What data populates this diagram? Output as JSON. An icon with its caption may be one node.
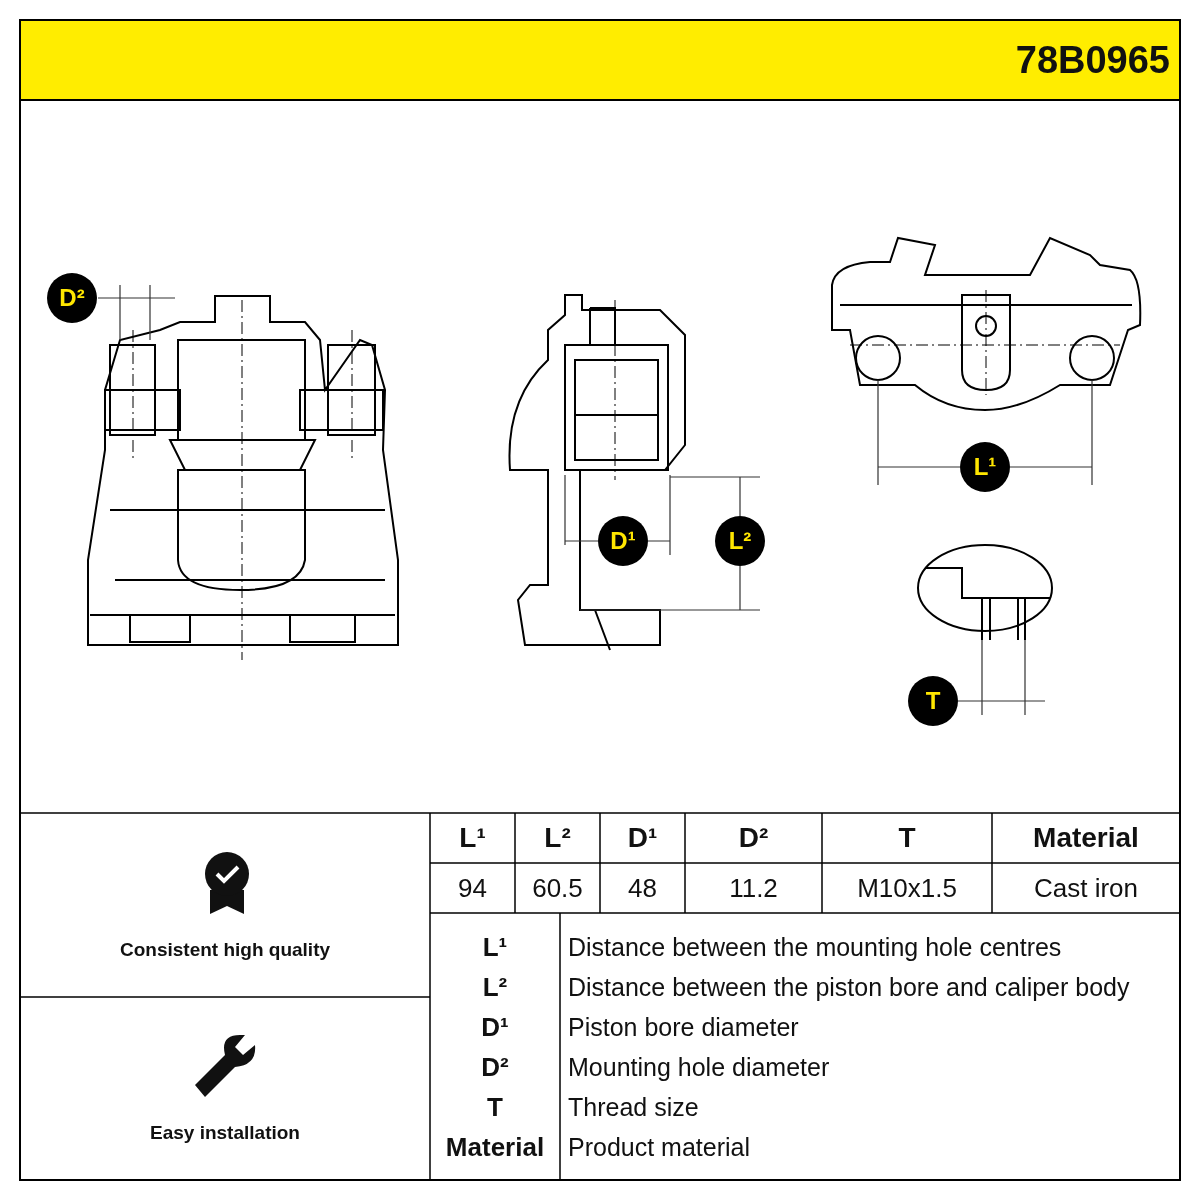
{
  "diagram": {
    "nodes": [
      {
        "text": [
          "D²"
        ]
      },
      {
        "text": [
          "D¹"
        ]
      },
      {
        "text": [
          "L²"
        ]
      },
      {
        "text": [
          "L¹"
        ]
      },
      {
        "text": [
          "T"
        ]
      }
    ],
    "labels": [
      "78B0965",
      "L¹",
      "L²",
      "D¹",
      "D²",
      "T",
      "Material",
      "94",
      "60.5",
      "48",
      "11.2",
      "M10x1.5",
      "Cast iron",
      "L¹",
      "Distance between the mounting hole centres",
      "L²",
      "Distance between the piston bore and caliper body",
      "D¹",
      "Piston bore diameter",
      "D²",
      "Mounting hole diameter",
      "T",
      "Thread size",
      "Material",
      "Product material",
      "Consistent high quality",
      "Easy installation"
    ]
  }
}
